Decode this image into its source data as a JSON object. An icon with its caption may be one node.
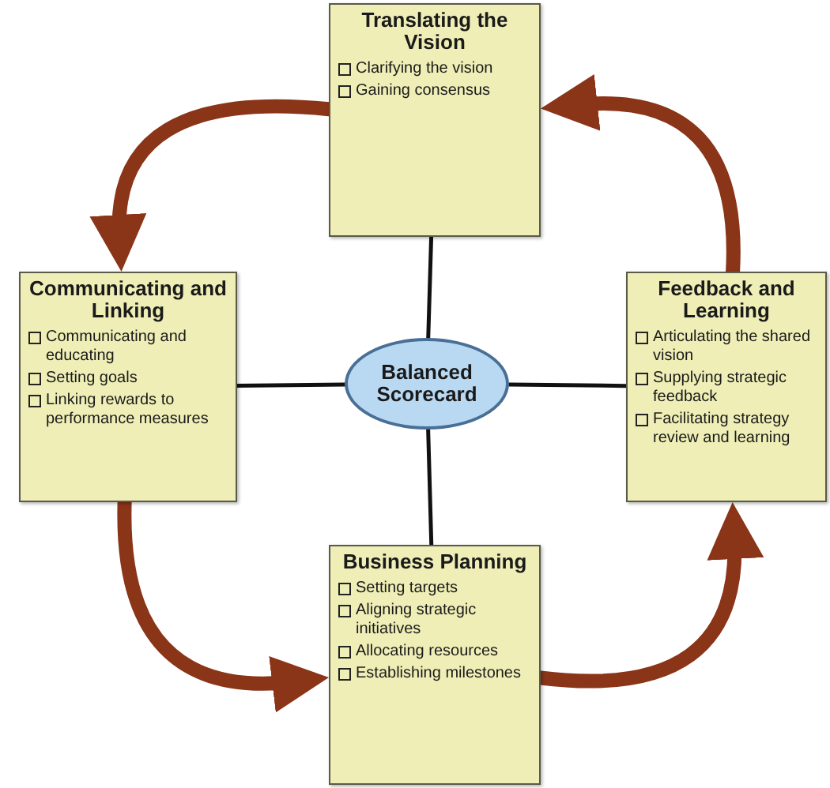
{
  "diagram": {
    "nodes": [
      {
        "text": [
          "Translating the Vision",
          "Clarifying the vision",
          "Gaining consensus"
        ]
      },
      {
        "text": [
          "Communicating and Linking",
          "Communicating and educating",
          "Setting goals",
          "Linking rewards to performance measures"
        ]
      },
      {
        "text": [
          "Balanced Scorecard"
        ]
      },
      {
        "text": [
          "Feedback and Learning",
          "Articulating the shared vision",
          "Supplying strategic feedback",
          "Facilitating strategy review and learning"
        ]
      },
      {
        "text": [
          "Business Planning",
          "Setting targets",
          "Aligning strategic initiatives",
          "Allocating resources",
          "Establishing milestones"
        ]
      }
    ],
    "edges": [
      {
        "from": 2,
        "to": 0,
        "arrow": "none"
      },
      {
        "from": 2,
        "to": 1,
        "arrow": "none"
      },
      {
        "from": 2,
        "to": 3,
        "arrow": "none"
      },
      {
        "from": 2,
        "to": 4,
        "arrow": "none"
      },
      {
        "from": 0,
        "to": 1,
        "arrow": "to",
        "style": "thick",
        "color": "#8a3418"
      },
      {
        "from": 1,
        "to": 4,
        "arrow": "to",
        "style": "thick",
        "color": "#8a3418"
      },
      {
        "from": 4,
        "to": 3,
        "arrow": "to",
        "style": "thick",
        "color": "#8a3418"
      },
      {
        "from": 3,
        "to": 0,
        "arrow": "to",
        "style": "thick",
        "color": "#8a3418"
      }
    ]
  }
}
